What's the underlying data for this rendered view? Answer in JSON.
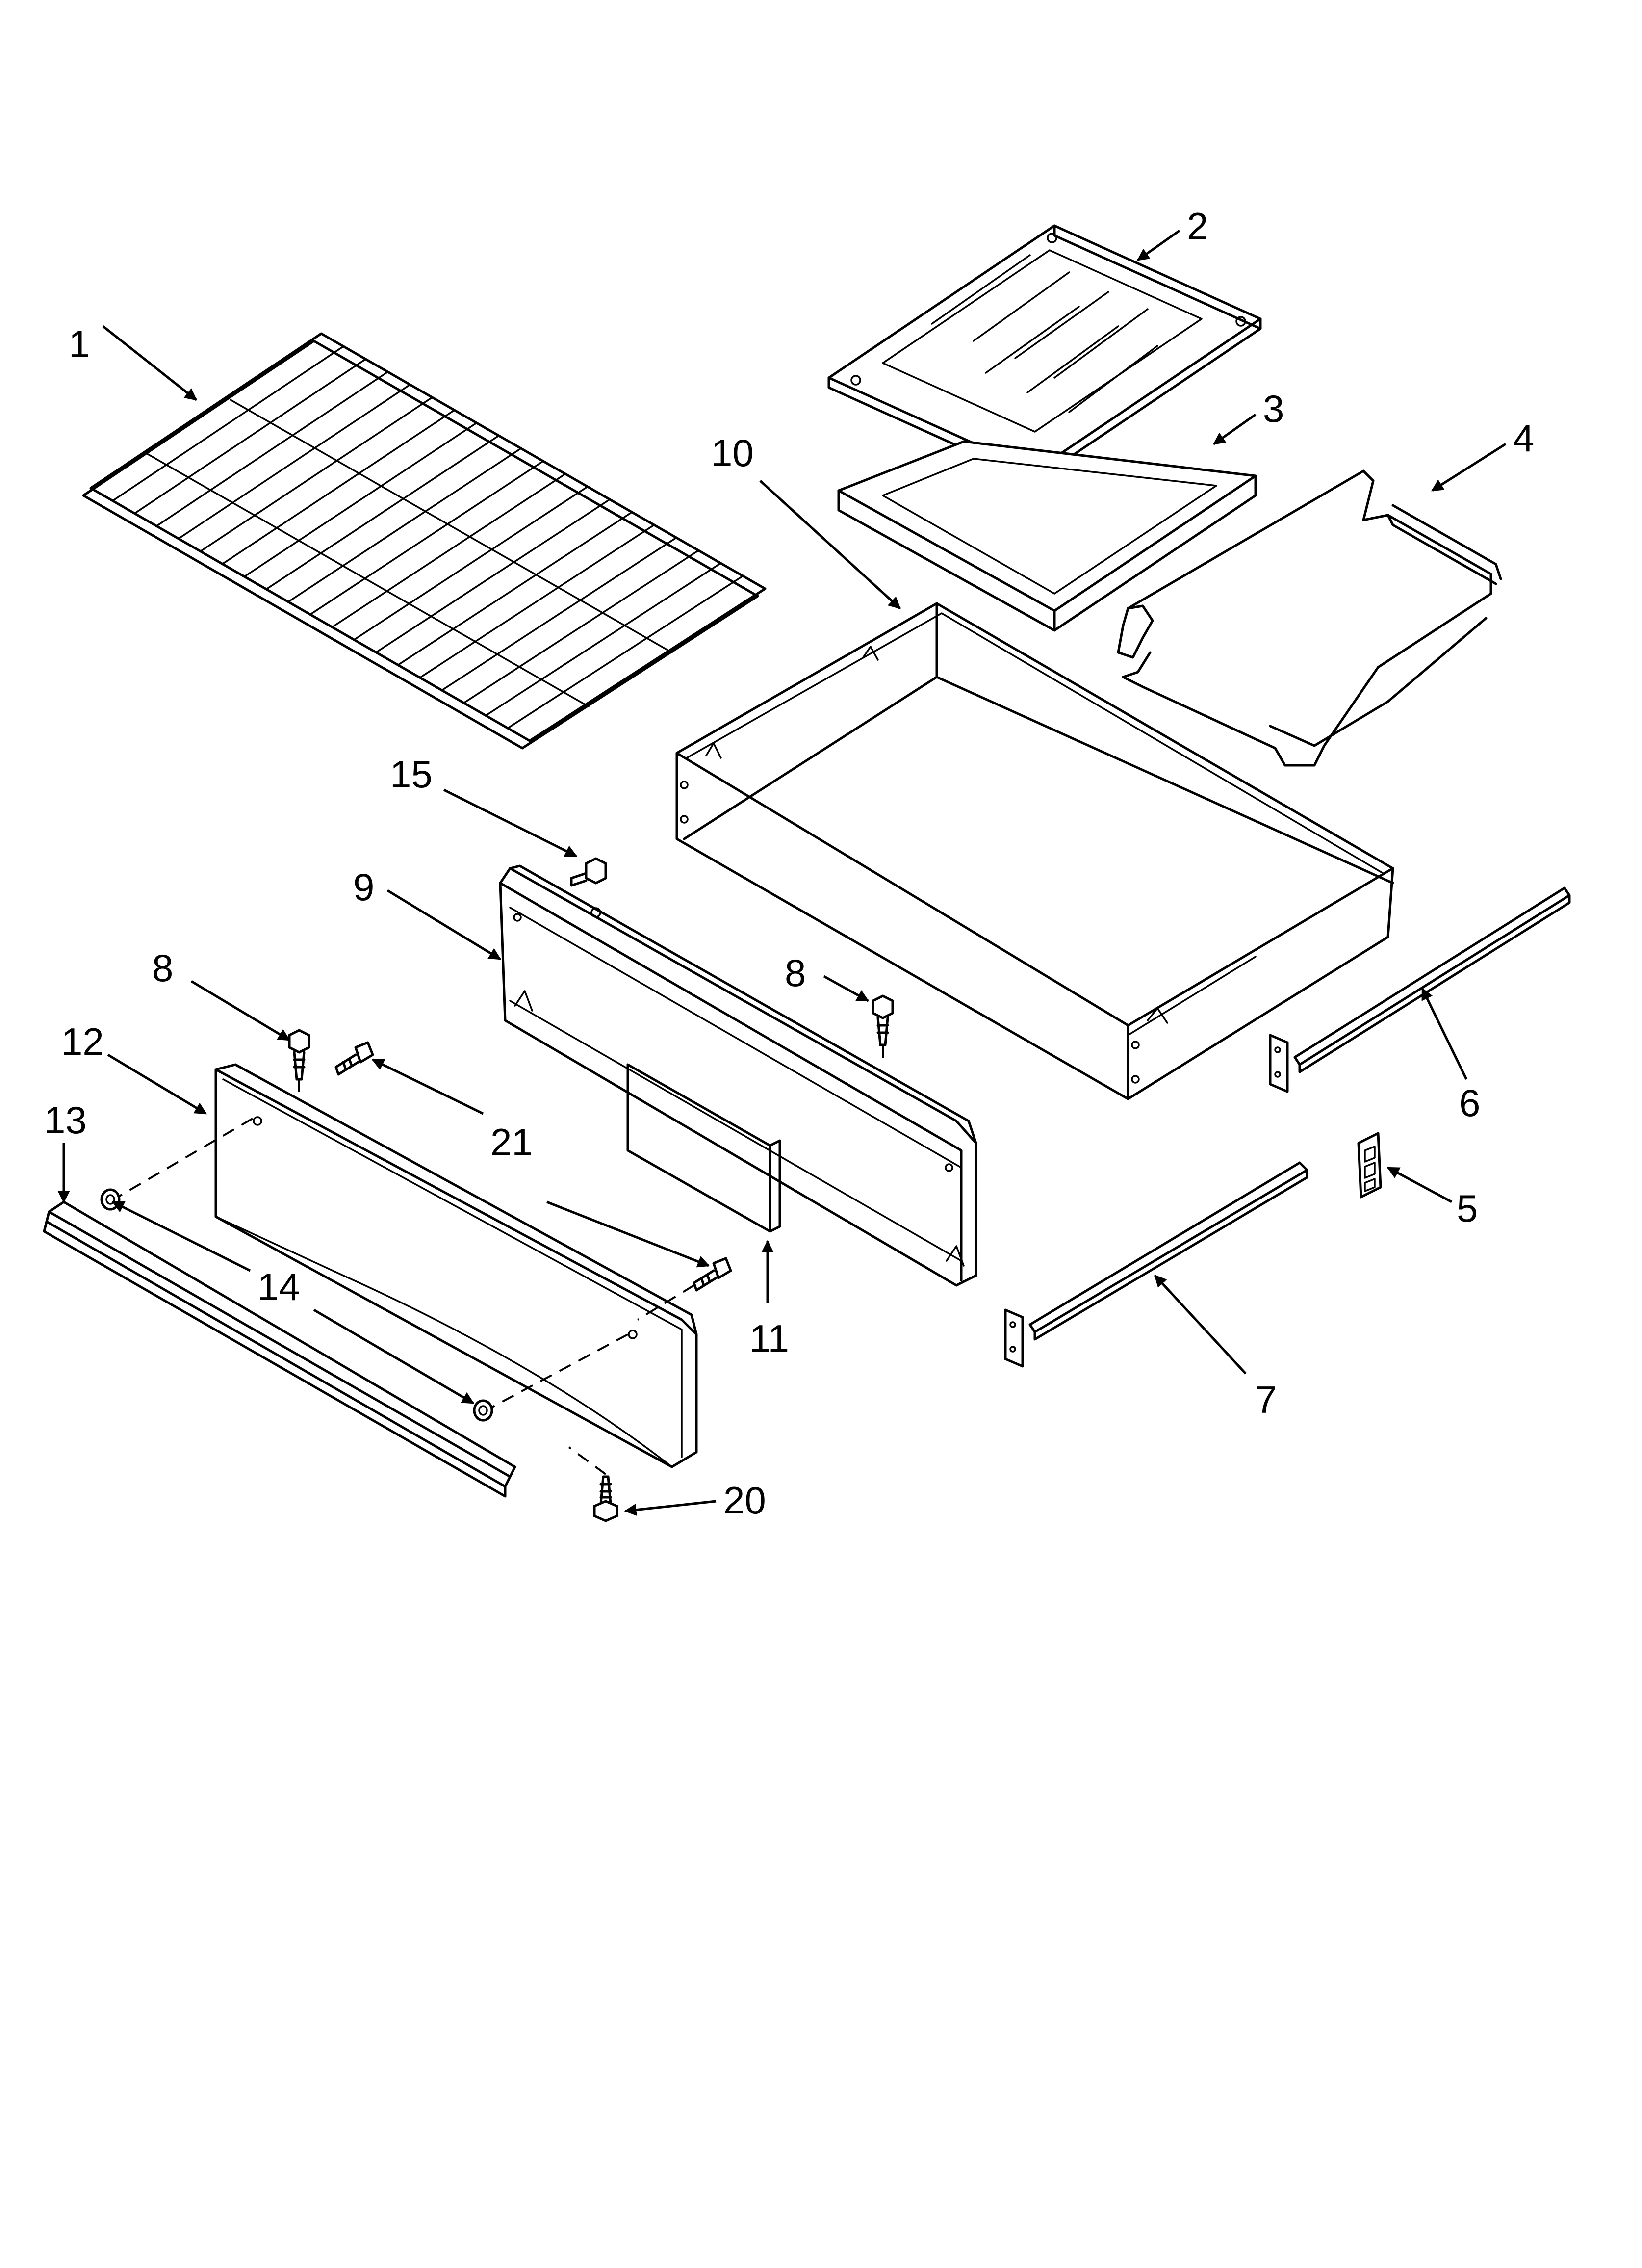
{
  "diagram": {
    "type": "exploded-parts-view",
    "callouts": [
      {
        "id": "1",
        "text": "1",
        "part": "oven-rack"
      },
      {
        "id": "2",
        "text": "2",
        "part": "broiler-pan-grid"
      },
      {
        "id": "3",
        "text": "3",
        "part": "broiler-pan"
      },
      {
        "id": "4",
        "text": "4",
        "part": "rack-wire-support"
      },
      {
        "id": "5",
        "text": "5",
        "part": "slide-clip"
      },
      {
        "id": "6",
        "text": "6",
        "part": "right-drawer-slide"
      },
      {
        "id": "7",
        "text": "7",
        "part": "left-drawer-slide"
      },
      {
        "id": "8a",
        "text": "8",
        "part": "screw-left"
      },
      {
        "id": "8b",
        "text": "8",
        "part": "screw-right"
      },
      {
        "id": "9",
        "text": "9",
        "part": "drawer-front-inner"
      },
      {
        "id": "10",
        "text": "10",
        "part": "drawer-body"
      },
      {
        "id": "11",
        "text": "11",
        "part": "insulation-panel"
      },
      {
        "id": "12",
        "text": "12",
        "part": "drawer-front-panel"
      },
      {
        "id": "13",
        "text": "13",
        "part": "drawer-trim"
      },
      {
        "id": "14",
        "text": "14",
        "part": "bumpers"
      },
      {
        "id": "15",
        "text": "15",
        "part": "screw-top"
      },
      {
        "id": "20",
        "text": "20",
        "part": "screw-bottom"
      },
      {
        "id": "21",
        "text": "21",
        "part": "screws-mid"
      }
    ]
  }
}
